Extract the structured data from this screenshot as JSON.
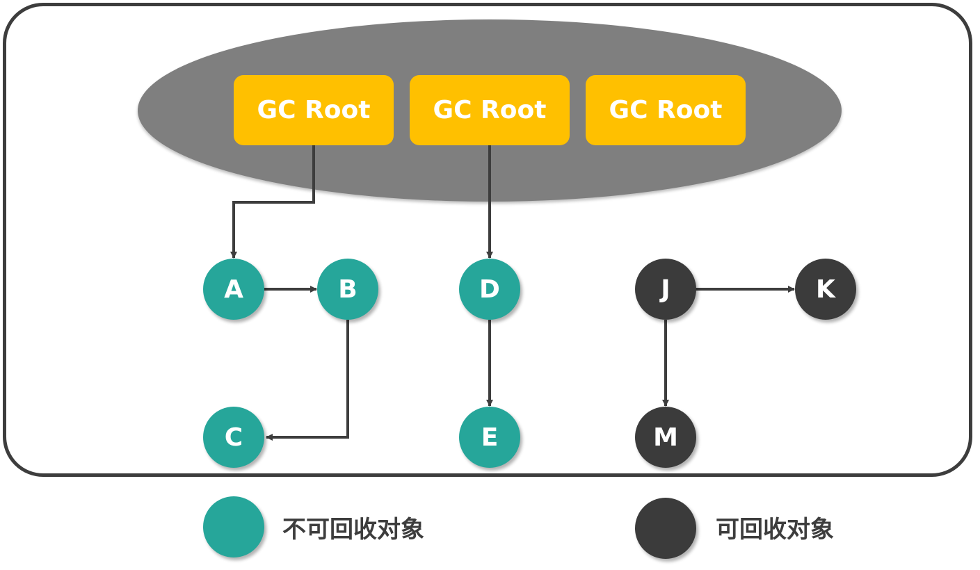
{
  "roots": [
    {
      "label": "GC Root"
    },
    {
      "label": "GC Root"
    },
    {
      "label": "GC Root"
    }
  ],
  "nodes": {
    "A": {
      "label": "A",
      "status": "reachable"
    },
    "B": {
      "label": "B",
      "status": "reachable"
    },
    "C": {
      "label": "C",
      "status": "reachable"
    },
    "D": {
      "label": "D",
      "status": "reachable"
    },
    "E": {
      "label": "E",
      "status": "reachable"
    },
    "J": {
      "label": "J",
      "status": "collectable"
    },
    "K": {
      "label": "K",
      "status": "collectable"
    },
    "M": {
      "label": "M",
      "status": "collectable"
    }
  },
  "edges": [
    {
      "from": "GC Root 1",
      "to": "A"
    },
    {
      "from": "A",
      "to": "B"
    },
    {
      "from": "B",
      "to": "C"
    },
    {
      "from": "GC Root 2",
      "to": "D"
    },
    {
      "from": "D",
      "to": "E"
    },
    {
      "from": "J",
      "to": "K"
    },
    {
      "from": "J",
      "to": "M"
    }
  ],
  "legend": {
    "reachable": {
      "label": "不可回收对象",
      "color": "#26a69a"
    },
    "collectable": {
      "label": "可回收对象",
      "color": "#3b3b3b"
    }
  },
  "colors": {
    "root_fill": "#ffc000",
    "ellipse_fill": "#7f7f7f",
    "line": "#3d3d3d"
  }
}
